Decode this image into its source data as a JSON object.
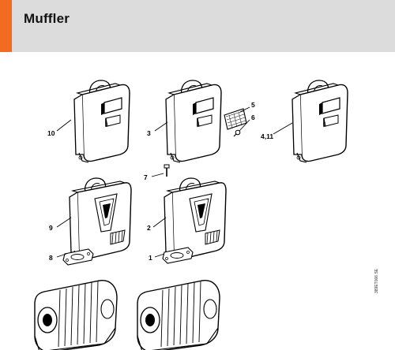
{
  "header": {
    "title": "Muffler",
    "accent_color": "#f26b21",
    "background_color": "#dcdcdc"
  },
  "callouts": {
    "c10": "10",
    "c3": "3",
    "c5": "5",
    "c6": "6",
    "c4_11": "4,11",
    "c7": "7",
    "c9": "9",
    "c2": "2",
    "c8": "8",
    "c1": "1"
  },
  "catalog_number": "389ET006 SE"
}
